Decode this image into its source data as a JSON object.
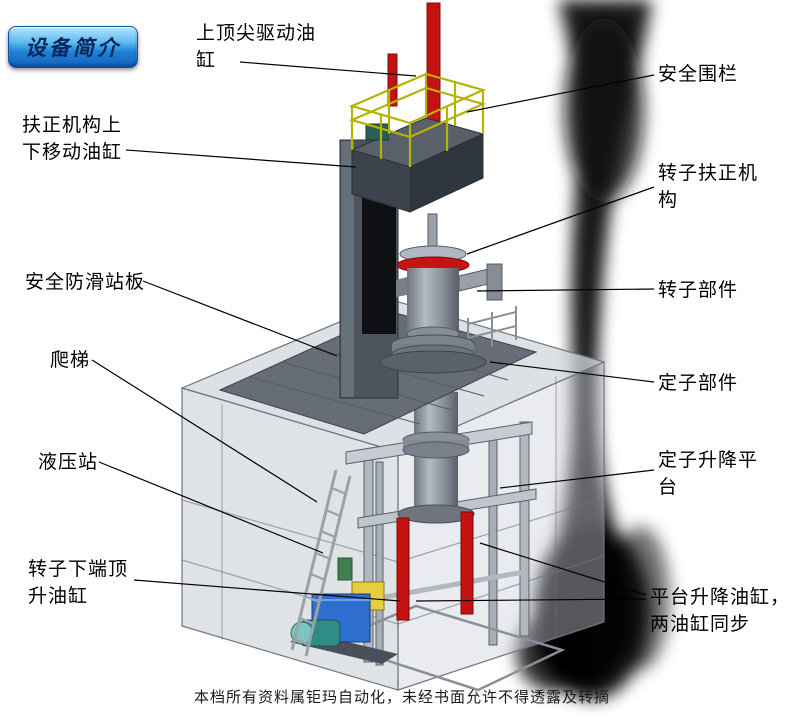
{
  "badge": {
    "label": "设备简介"
  },
  "labels": {
    "top_cylinder": "上顶尖驱动油缸",
    "safety_fence": "安全围栏",
    "centering_cylinder": "扶正机构上下移动油缸",
    "rotor_centering": "转子扶正机构",
    "antislip_plate": "安全防滑站板",
    "rotor_part": "转子部件",
    "ladder": "爬梯",
    "stator_part": "定子部件",
    "hydraulic_station": "液压站",
    "stator_platform": "定子升降平台",
    "rotor_jack_cylinder": "转子下端顶升油缸",
    "platform_cylinders": "平台升降油缸，两油缸同步"
  },
  "footer": "本档所有资料属钜玛自动化，未经书面允许不得透露及转摘",
  "colors": {
    "cylinder_red": "#c41212",
    "rail_yellow": "#b5b200",
    "hydraulic_blue": "#2f6fd0",
    "valve_yellow": "#e3cf3f",
    "badge_blue": "#1e80d6",
    "platform_gray": "#666d76"
  }
}
